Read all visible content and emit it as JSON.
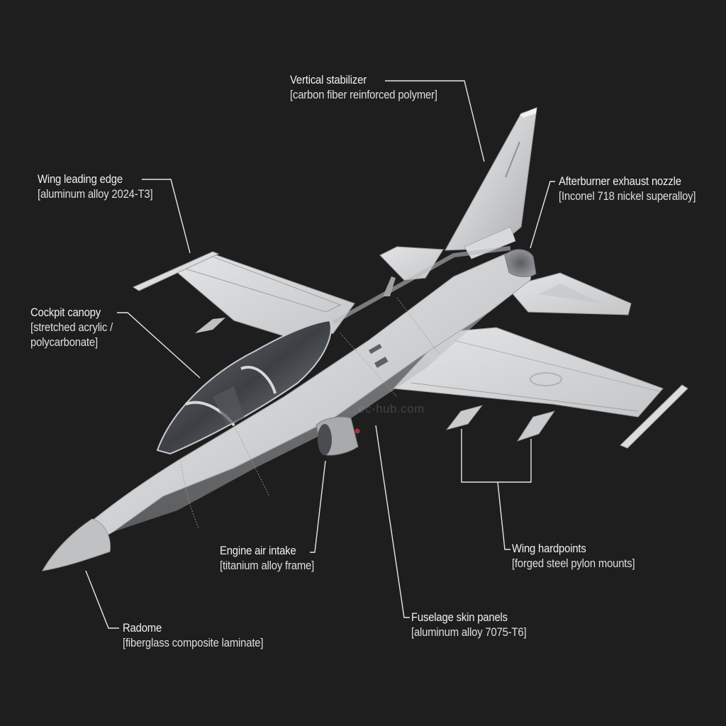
{
  "diagram": {
    "subject": "Two-seat jet trainer / light fighter aircraft",
    "background_color": "#1e1e1f",
    "leader_line_color": "#e6e6e6",
    "text_color": "#ececec",
    "watermark": "ec-hub.com",
    "callouts": [
      {
        "id": "vertical-stabilizer",
        "title": "Vertical stabilizer",
        "material": "[carbon fiber reinforced polymer]"
      },
      {
        "id": "wing-leading-edge",
        "title": "Wing leading edge",
        "material": "[aluminum alloy 2024-T3]"
      },
      {
        "id": "afterburner-exhaust-nozzle",
        "title": "Afterburner exhaust nozzle",
        "material": "[Inconel 718 nickel superalloy]"
      },
      {
        "id": "cockpit-canopy",
        "title": "Cockpit canopy",
        "material": "[stretched acrylic / polycarbonate]"
      },
      {
        "id": "engine-air-intake",
        "title": "Engine air intake",
        "material": "[titanium alloy frame]"
      },
      {
        "id": "wing-hardpoints",
        "title": "Wing hardpoints",
        "material": "[forged steel pylon mounts]"
      },
      {
        "id": "fuselage-skin-panels",
        "title": "Fuselage skin panels",
        "material": "[aluminum alloy 7075-T6]"
      },
      {
        "id": "radome",
        "title": "Radome",
        "material": "[fiberglass composite laminate]"
      }
    ]
  }
}
